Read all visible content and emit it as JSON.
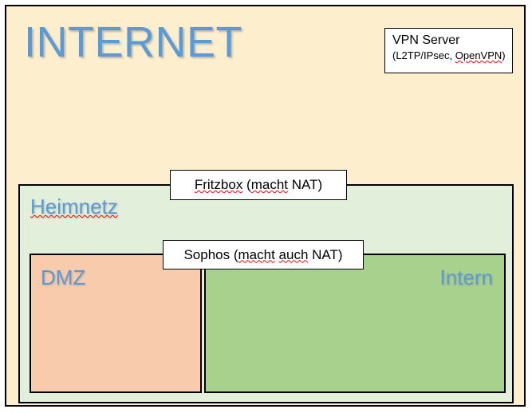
{
  "diagram": {
    "title": "Network zones diagram",
    "internet": {
      "label": "INTERNET",
      "color": "#5B9BD5",
      "fill": "#FDEFCE"
    },
    "vpn_server": {
      "title": "VPN Server",
      "subtitle_open": "(L2TP/IPsec, ",
      "subtitle_flagged": "OpenVPN",
      "subtitle_close": ")",
      "fill": "#FFFFFF"
    },
    "heimnetz": {
      "label": "Heimnetz",
      "color": "#5B9BD5",
      "fill": "#E2EFDA"
    },
    "dmz": {
      "label": "DMZ",
      "color": "#5B9BD5",
      "fill": "#F8CBAD"
    },
    "intern": {
      "label": "Intern",
      "color": "#5B9BD5",
      "fill": "#A9D18E"
    },
    "fritzbox": {
      "word_flagged": "Fritzbox",
      "space_1": " (",
      "word_flagged_2": "macht",
      "tail": " NAT)"
    },
    "sophos": {
      "lead": "Sophos (",
      "word_flagged": "macht",
      "space_1": " ",
      "word_flagged_2": "auch",
      "tail": " NAT)"
    }
  }
}
